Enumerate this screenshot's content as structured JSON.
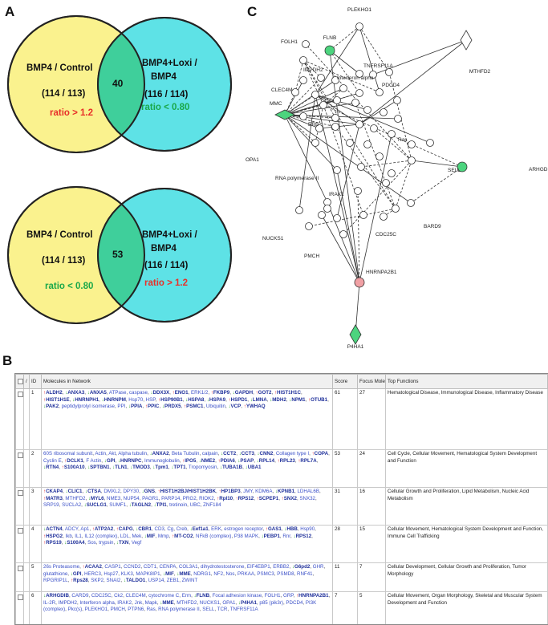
{
  "panels": {
    "a": "A",
    "b": "B",
    "c": "C"
  },
  "venn": [
    {
      "left": {
        "title": "BMP4 / Control",
        "counts": "(114 / 113)",
        "ratio": "ratio > 1.2",
        "ratio_color": "#e8302a"
      },
      "right": {
        "title_line1": "BMP4+Loxi /",
        "title_line2": "BMP4",
        "counts": "(116 / 114)",
        "ratio": "ratio < 0.80",
        "ratio_color": "#1aa84a"
      },
      "overlap": "40"
    },
    {
      "left": {
        "title": "BMP4 / Control",
        "counts": "(114 / 113)",
        "ratio": "ratio < 0.80",
        "ratio_color": "#1aa84a"
      },
      "right": {
        "title_line1": "BMP4+Loxi /",
        "title_line2": "BMP4",
        "counts": "(116 / 114)",
        "ratio": "ratio > 1.2",
        "ratio_color": "#e8302a"
      },
      "overlap": "53"
    }
  ],
  "venn_colors": {
    "left": "#faf28e",
    "right": "#5ee2e6",
    "overlap": "#3fcf9b"
  },
  "network": {
    "labels": [
      "PLEKHO1",
      "FOLH1",
      "FLNB",
      "MTHFD2",
      "CLEC4M",
      "IMPDH2",
      "Interferon alpha",
      "TNFRSF11A",
      "PDCD4",
      "MMC",
      "OPA1",
      "ERB",
      "RNA polymerase II",
      "IRAK1",
      "SELL",
      "Ras",
      "ARHGDIB",
      "NUCKS1",
      "PMCH",
      "CDC25C",
      "BARD9",
      "HNRNPA2B1",
      "P4HA1"
    ],
    "highlight_green": "#4cd47e",
    "highlight_red": "#f0a0a4"
  },
  "table": {
    "headers": {
      "check": "",
      "slash": "/",
      "id": "ID",
      "molecules": "Molecules in Network",
      "score": "Score",
      "focus": "Focus Molecules",
      "functions": "Top Functions"
    },
    "rows": [
      {
        "id": "1",
        "score": "61",
        "focus": "27",
        "functions": "Hematological Disease, Immunological Disease, Inflammatory Disease",
        "molecules": [
          {
            "t": "ALDH2",
            "d": "up"
          },
          {
            "t": "ANXA3",
            "d": "dn"
          },
          {
            "t": "ANXA5",
            "d": "dn"
          },
          {
            "t": "ATPase"
          },
          {
            "t": "caspase"
          },
          {
            "t": "DDX3X",
            "d": "dn"
          },
          {
            "t": "ENO1",
            "d": "up"
          },
          {
            "t": "ERK1/2"
          },
          {
            "t": "FKBP9",
            "d": "up"
          },
          {
            "t": "GAPDH",
            "d": "dn"
          },
          {
            "t": "GOT2",
            "d": "up"
          },
          {
            "t": "HIST1H1C",
            "d": "up"
          },
          {
            "t": "HIST1H1E",
            "d": "up"
          },
          {
            "t": "HNRNPH1",
            "d": "dn"
          },
          {
            "t": "HNRNPM",
            "d": "dn"
          },
          {
            "t": "Hsp70"
          },
          {
            "t": "HSP"
          },
          {
            "t": "HSP90B1",
            "d": "up"
          },
          {
            "t": "HSPA8",
            "d": "dn"
          },
          {
            "t": "HSPA9",
            "d": "dn"
          },
          {
            "t": "HSPD1",
            "d": "up"
          },
          {
            "t": "LMNA",
            "d": "dn"
          },
          {
            "t": "MDH2",
            "d": "dn"
          },
          {
            "t": "NPM1",
            "d": "dn"
          },
          {
            "t": "OTUB1",
            "d": "up"
          },
          {
            "t": "PAK2",
            "d": "dn"
          },
          {
            "t": "peptidylprolyl isomerase"
          },
          {
            "t": "PPI"
          },
          {
            "t": "PPIA",
            "d": "dn"
          },
          {
            "t": "PPIC",
            "d": "up"
          },
          {
            "t": "PRDX5",
            "d": "dn"
          },
          {
            "t": "PSMC1",
            "d": "up"
          },
          {
            "t": "Ubiquitin"
          },
          {
            "t": "VCP",
            "d": "dn"
          },
          {
            "t": "YWHAQ",
            "d": "up"
          }
        ]
      },
      {
        "id": "2",
        "score": "53",
        "focus": "24",
        "functions": "Cell Cycle, Cellular Movement, Hematological System Development and Function",
        "molecules": [
          {
            "t": "60S ribosomal subunit"
          },
          {
            "t": "Actin"
          },
          {
            "t": "Akt"
          },
          {
            "t": "Alpha tubulin"
          },
          {
            "t": "ANXA2",
            "d": "dn"
          },
          {
            "t": "Beta Tubulin"
          },
          {
            "t": "calpain"
          },
          {
            "t": "CCT2",
            "d": "dn"
          },
          {
            "t": "CCT3",
            "d": "dn"
          },
          {
            "t": "CNN2",
            "d": "dn"
          },
          {
            "t": "Collagen type I"
          },
          {
            "t": "COPA",
            "d": "up"
          },
          {
            "t": "Cyclin E"
          },
          {
            "t": "DCLK1",
            "d": "up"
          },
          {
            "t": "F Actin"
          },
          {
            "t": "GPI",
            "d": "dn"
          },
          {
            "t": "HNRNPC",
            "d": "dn"
          },
          {
            "t": "Immunoglobulin"
          },
          {
            "t": "IPO5",
            "d": "up"
          },
          {
            "t": "NME2",
            "d": "dn"
          },
          {
            "t": "PDIA6",
            "d": "up"
          },
          {
            "t": "PSAP",
            "d": "dn"
          },
          {
            "t": "RPL14",
            "d": "dn"
          },
          {
            "t": "RPL23",
            "d": "up"
          },
          {
            "t": "RPL7A",
            "d": "up"
          },
          {
            "t": "RTN4",
            "d": "dn"
          },
          {
            "t": "S100A10",
            "d": "up"
          },
          {
            "t": "SPTBN1",
            "d": "dn"
          },
          {
            "t": "TLN1",
            "d": "dn"
          },
          {
            "t": "TMOD3",
            "d": "dn"
          },
          {
            "t": "Tpm1",
            "d": "dn"
          },
          {
            "t": "TPT1",
            "d": "dn"
          },
          {
            "t": "Tropomyosin"
          },
          {
            "t": "TUBA1B",
            "d": "dn"
          },
          {
            "t": "UBA1",
            "d": "dn"
          }
        ]
      },
      {
        "id": "3",
        "score": "31",
        "focus": "16",
        "functions": "Cellular Growth and Proliferation, Lipid Metabolism, Nucleic Acid Metabolism",
        "molecules": [
          {
            "t": "CKAP4",
            "d": "up"
          },
          {
            "t": "CLIC1",
            "d": "dn"
          },
          {
            "t": "CTSA",
            "d": "dn"
          },
          {
            "t": "DMXL2"
          },
          {
            "t": "DPY30"
          },
          {
            "t": "GNS",
            "d": "dn"
          },
          {
            "t": "HIST1H2BJ/HIST1H2BK",
            "d": "up"
          },
          {
            "t": "HP1BP3",
            "d": "up"
          },
          {
            "t": "JMY"
          },
          {
            "t": "KDM6A"
          },
          {
            "t": "KPNB1",
            "d": "dn"
          },
          {
            "t": "LDHAL6B"
          },
          {
            "t": "MATR3",
            "d": "up"
          },
          {
            "t": "MTHFD2"
          },
          {
            "t": "MYL6",
            "d": "dn"
          },
          {
            "t": "NME3"
          },
          {
            "t": "NUP54"
          },
          {
            "t": "PAGR1"
          },
          {
            "t": "PARP14"
          },
          {
            "t": "PRG2"
          },
          {
            "t": "RIOK2"
          },
          {
            "t": "Rpl10",
            "d": "up"
          },
          {
            "t": "RPS12",
            "d": "up"
          },
          {
            "t": "SCPEP1",
            "d": "up"
          },
          {
            "t": "SNX2",
            "d": "up"
          },
          {
            "t": "SNX32"
          },
          {
            "t": "SRP19"
          },
          {
            "t": "SUCLA2"
          },
          {
            "t": "SUCLG1",
            "d": "dn"
          },
          {
            "t": "SUMF1"
          },
          {
            "t": "TAGLN2",
            "d": "dn"
          },
          {
            "t": "TPI1",
            "d": "dn"
          },
          {
            "t": "tretinoin"
          },
          {
            "t": "UBC"
          },
          {
            "t": "ZNF184"
          }
        ]
      },
      {
        "id": "4",
        "score": "28",
        "focus": "15",
        "functions": "Cellular Movement, Hematological System Development and Function, Immune Cell Trafficking",
        "molecules": [
          {
            "t": "ACTN4",
            "d": "dn"
          },
          {
            "t": "ADCY"
          },
          {
            "t": "Ap1"
          },
          {
            "t": "ATP2A2",
            "d": "up"
          },
          {
            "t": "CAPG",
            "d": "up"
          },
          {
            "t": "CBR1",
            "d": "dn"
          },
          {
            "t": "CD3"
          },
          {
            "t": "Cg"
          },
          {
            "t": "Creb"
          },
          {
            "t": "Eef1a1",
            "d": "dn"
          },
          {
            "t": "ERK"
          },
          {
            "t": "estrogen receptor"
          },
          {
            "t": "GAS1",
            "d": "up"
          },
          {
            "t": "HBB",
            "d": "dn"
          },
          {
            "t": "Hsp90"
          },
          {
            "t": "HSPG2",
            "d": "up"
          },
          {
            "t": "Ikb"
          },
          {
            "t": "IL1"
          },
          {
            "t": "IL12 (complex)"
          },
          {
            "t": "LDL"
          },
          {
            "t": "Mek"
          },
          {
            "t": "MIF",
            "d": "dn"
          },
          {
            "t": "Mmp"
          },
          {
            "t": "MT-CO2",
            "d": "up"
          },
          {
            "t": "NFkB (complex)"
          },
          {
            "t": "P38 MAPK"
          },
          {
            "t": "PEBP1",
            "d": "dn"
          },
          {
            "t": "Rnr"
          },
          {
            "t": "RPS12",
            "d": "dn"
          },
          {
            "t": "RPS19",
            "d": "up"
          },
          {
            "t": "S100A4",
            "d": "dn"
          },
          {
            "t": "Sos"
          },
          {
            "t": "trypsin"
          },
          {
            "t": "TXN",
            "d": "dn"
          },
          {
            "t": "Vegf"
          }
        ]
      },
      {
        "id": "5",
        "score": "11",
        "focus": "7",
        "functions": "Cellular Development, Cellular Growth and Proliferation, Tumor Morphology",
        "molecules": [
          {
            "t": "26s Proteasome"
          },
          {
            "t": "ACAA2",
            "d": "up"
          },
          {
            "t": "CASP1"
          },
          {
            "t": "CCND2"
          },
          {
            "t": "CDT1"
          },
          {
            "t": "CENPA"
          },
          {
            "t": "COL3A1"
          },
          {
            "t": "dihydrotestosterone"
          },
          {
            "t": "EIF4EBP1"
          },
          {
            "t": "ERBB2"
          },
          {
            "t": "G6pd2",
            "d": "dn"
          },
          {
            "t": "GHR"
          },
          {
            "t": "glutathione"
          },
          {
            "t": "GPI",
            "d": "dn"
          },
          {
            "t": "HERC3"
          },
          {
            "t": "Hsp27"
          },
          {
            "t": "KLK3"
          },
          {
            "t": "MAPK8IP1"
          },
          {
            "t": "MIF",
            "d": "dn"
          },
          {
            "t": "MME",
            "d": "dn"
          },
          {
            "t": "NDRG1"
          },
          {
            "t": "NF2"
          },
          {
            "t": "Nos"
          },
          {
            "t": "PRKAA"
          },
          {
            "t": "PSMC3"
          },
          {
            "t": "PSMD8"
          },
          {
            "t": "RNF41"
          },
          {
            "t": "RPGRIP1L"
          },
          {
            "t": "Rps28",
            "d": "up"
          },
          {
            "t": "SKP2"
          },
          {
            "t": "SNAI2"
          },
          {
            "t": "TALDO1",
            "d": "dn"
          },
          {
            "t": "USP14"
          },
          {
            "t": "ZEB1"
          },
          {
            "t": "ZWINT"
          }
        ]
      },
      {
        "id": "6",
        "score": "7",
        "focus": "5",
        "functions": "Cellular Movement, Organ Morphology, Skeletal and Muscular System Development and Function",
        "molecules": [
          {
            "t": "ARHGDIB",
            "d": "dn"
          },
          {
            "t": "CARD9"
          },
          {
            "t": "CDC25C"
          },
          {
            "t": "Ck2"
          },
          {
            "t": "CLEC4M"
          },
          {
            "t": "cytochrome C"
          },
          {
            "t": "Erm"
          },
          {
            "t": "FLNB",
            "d": "dn"
          },
          {
            "t": "Focal adhesion kinase"
          },
          {
            "t": "FOLH1"
          },
          {
            "t": "GRP"
          },
          {
            "t": "HNRNPA2B1",
            "d": "up"
          },
          {
            "t": "IL-2R"
          },
          {
            "t": "IMPDH2"
          },
          {
            "t": "Interferon alpha"
          },
          {
            "t": "IRAK2"
          },
          {
            "t": "Jnk"
          },
          {
            "t": "Mapk"
          },
          {
            "t": "MME",
            "d": "dn"
          },
          {
            "t": "MTHFD2"
          },
          {
            "t": "NUCKS1"
          },
          {
            "t": "OPA1"
          },
          {
            "t": "P4HA1",
            "d": "dn"
          },
          {
            "t": "p85 (pik3r)"
          },
          {
            "t": "PDCD4"
          },
          {
            "t": "PI3K (complex)"
          },
          {
            "t": "Pkc(s)"
          },
          {
            "t": "PLEKHO1"
          },
          {
            "t": "PMCH"
          },
          {
            "t": "PTPN6"
          },
          {
            "t": "Ras"
          },
          {
            "t": "RNA polymerase II"
          },
          {
            "t": "SELL"
          },
          {
            "t": "TCR"
          },
          {
            "t": "TNFRSF11A"
          }
        ]
      }
    ]
  }
}
